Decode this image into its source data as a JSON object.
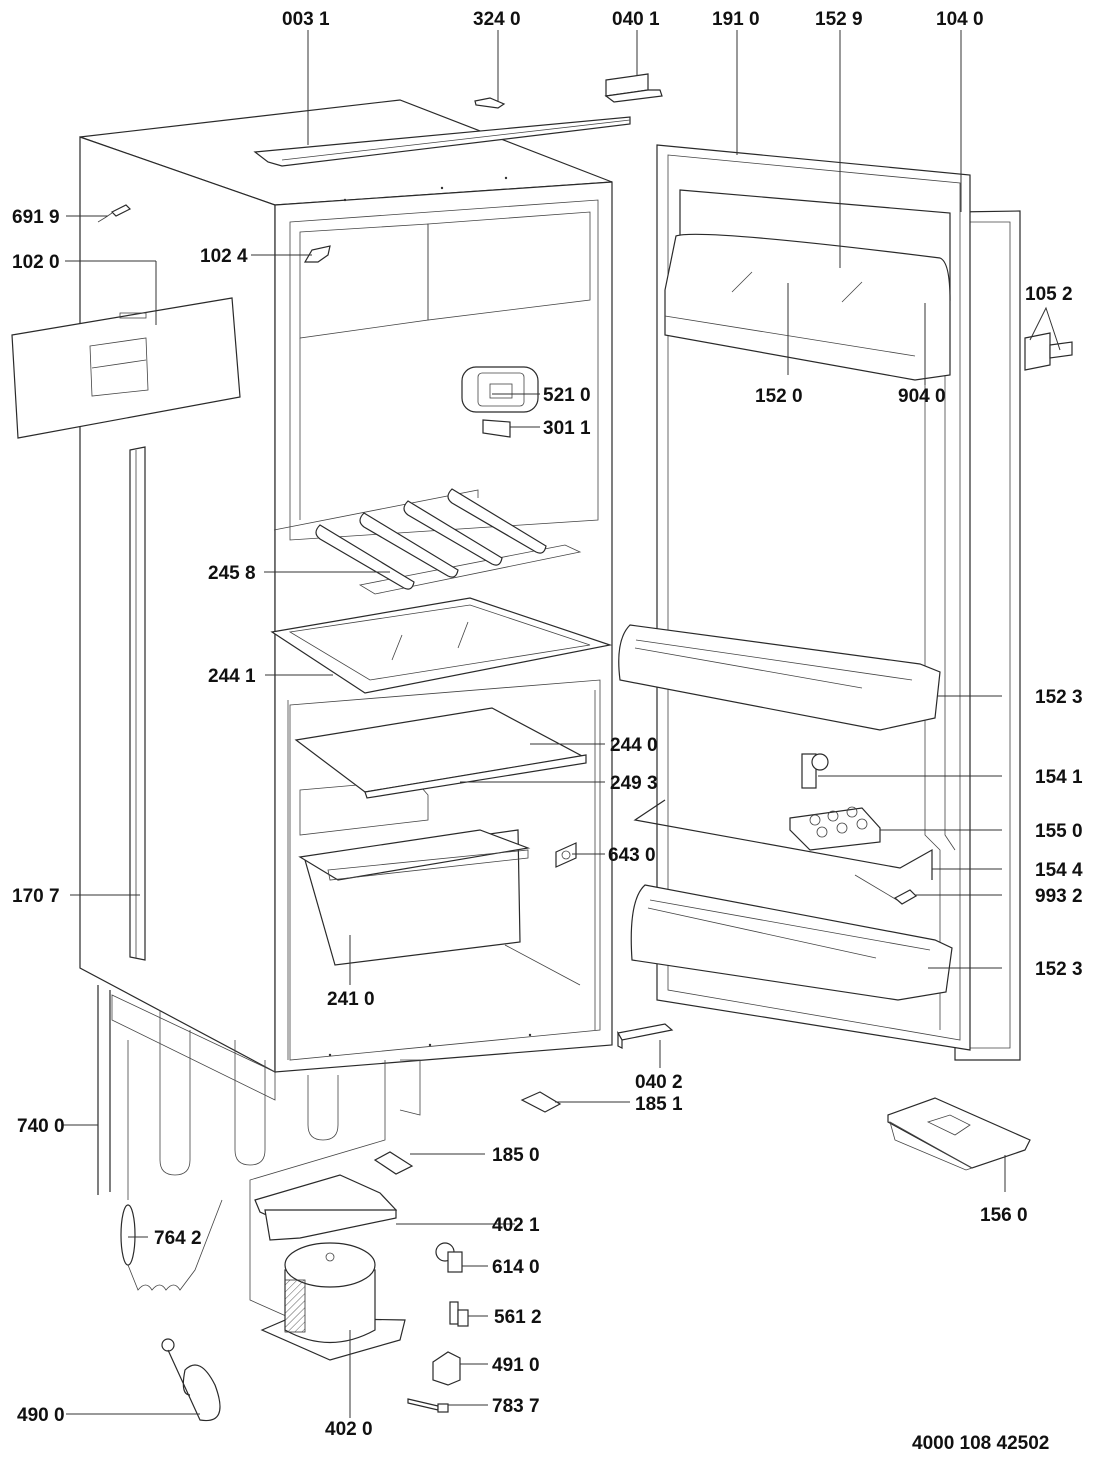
{
  "diagram": {
    "type": "exploded-parts-view",
    "subject": "built-in refrigerator",
    "document_number": "4000 108 42502",
    "parts": [
      {
        "id": "p0031",
        "label": "003 1"
      },
      {
        "id": "p3240",
        "label": "324 0"
      },
      {
        "id": "p0401",
        "label": "040 1"
      },
      {
        "id": "p1910",
        "label": "191 0"
      },
      {
        "id": "p1529",
        "label": "152 9"
      },
      {
        "id": "p1040",
        "label": "104 0"
      },
      {
        "id": "p6919",
        "label": "691 9"
      },
      {
        "id": "p1020",
        "label": "102 0"
      },
      {
        "id": "p1024",
        "label": "102 4"
      },
      {
        "id": "p1052",
        "label": "105 2"
      },
      {
        "id": "p1520",
        "label": "152 0"
      },
      {
        "id": "p9040",
        "label": "904 0"
      },
      {
        "id": "p5210",
        "label": "521 0"
      },
      {
        "id": "p3011",
        "label": "301 1"
      },
      {
        "id": "p2458",
        "label": "245 8"
      },
      {
        "id": "p2441",
        "label": "244 1"
      },
      {
        "id": "p1523a",
        "label": "152 3"
      },
      {
        "id": "p2440",
        "label": "244 0"
      },
      {
        "id": "p2493",
        "label": "249 3"
      },
      {
        "id": "p1541",
        "label": "154 1"
      },
      {
        "id": "p1550",
        "label": "155 0"
      },
      {
        "id": "p6430",
        "label": "643 0"
      },
      {
        "id": "p1544",
        "label": "154 4"
      },
      {
        "id": "p1707",
        "label": "170 7"
      },
      {
        "id": "p9932",
        "label": "993 2"
      },
      {
        "id": "p1523b",
        "label": "152 3"
      },
      {
        "id": "p2410",
        "label": "241 0"
      },
      {
        "id": "p0402",
        "label": "040 2"
      },
      {
        "id": "p1851",
        "label": "185 1"
      },
      {
        "id": "p7400",
        "label": "740 0"
      },
      {
        "id": "p1850",
        "label": "185 0"
      },
      {
        "id": "p1560",
        "label": "156 0"
      },
      {
        "id": "p4021",
        "label": "402 1"
      },
      {
        "id": "p7642",
        "label": "764 2"
      },
      {
        "id": "p6140",
        "label": "614 0"
      },
      {
        "id": "p5612",
        "label": "561 2"
      },
      {
        "id": "p4910",
        "label": "491 0"
      },
      {
        "id": "p4900",
        "label": "490 0"
      },
      {
        "id": "p7837",
        "label": "783 7"
      },
      {
        "id": "p4020",
        "label": "402 0"
      }
    ]
  }
}
